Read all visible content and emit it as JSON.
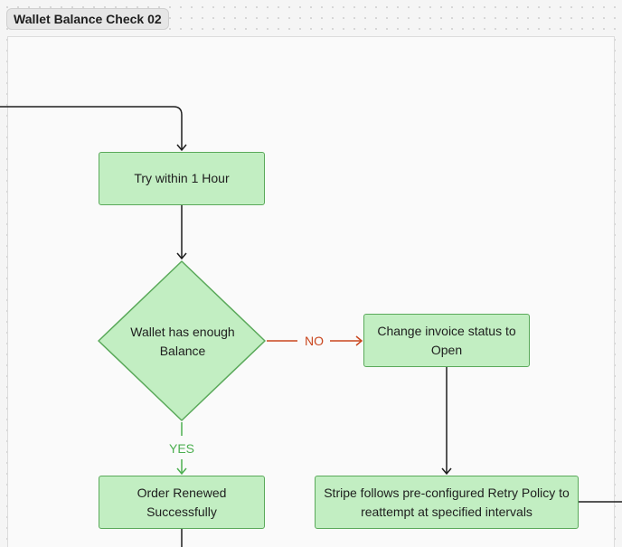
{
  "frame": {
    "title": "Wallet Balance Check 02"
  },
  "nodes": {
    "try_within": "Try within 1 Hour",
    "decision": "Wallet has enough Balance",
    "change_invoice": "Change invoice status to Open",
    "order_renewed": "Order Renewed Successfully",
    "stripe_retry": "Stripe follows pre-configured Retry Policy to reattempt at specified intervals"
  },
  "edges": {
    "no_label": "NO",
    "yes_label": "YES"
  },
  "colors": {
    "node_fill": "#c2eec2",
    "node_border": "#5aa95a",
    "no_edge": "#c9461e",
    "yes_edge": "#4caf50",
    "default_edge": "#1e1e1e"
  }
}
